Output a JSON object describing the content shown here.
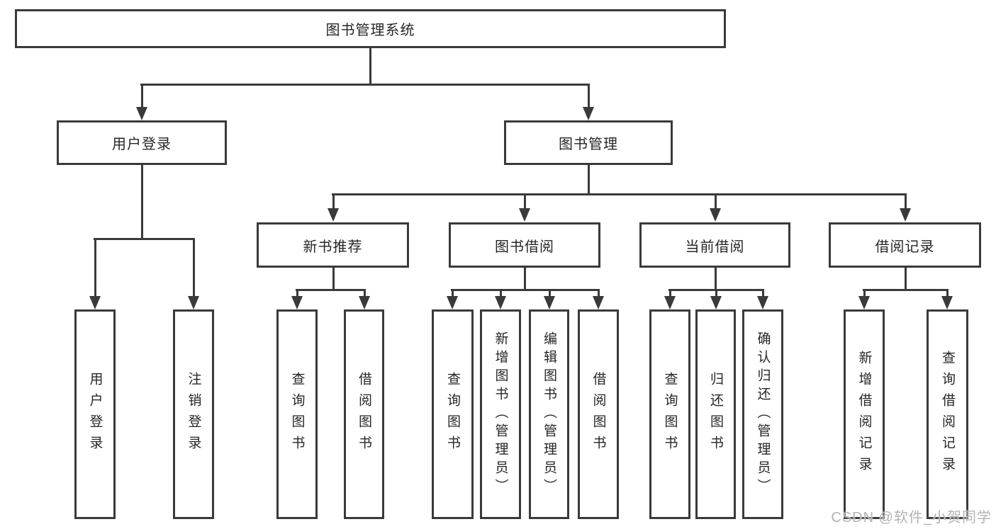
{
  "diagram": {
    "root": "图书管理系统",
    "branches": [
      {
        "label": "用户登录",
        "children": [
          "用户登录",
          "注销登录"
        ]
      },
      {
        "label": "图书管理",
        "children": [
          {
            "label": "新书推荐",
            "children": [
              "查询图书",
              "借阅图书"
            ]
          },
          {
            "label": "图书借阅",
            "children": [
              "查询图书",
              "新增图书（管理员）",
              "编辑图书（管理员）",
              "借阅图书"
            ]
          },
          {
            "label": "当前借阅",
            "children": [
              "查询图书",
              "归还图书",
              "确认归还（管理员）"
            ]
          },
          {
            "label": "借阅记录",
            "children": [
              "新增借阅记录",
              "查询借阅记录"
            ]
          }
        ]
      }
    ]
  },
  "colors": {
    "line": "#3a3a3a",
    "text": "#262626",
    "watermark": "#b3b3b3"
  },
  "watermark": {
    "text": "CSDN @软件_小贺同学"
  }
}
